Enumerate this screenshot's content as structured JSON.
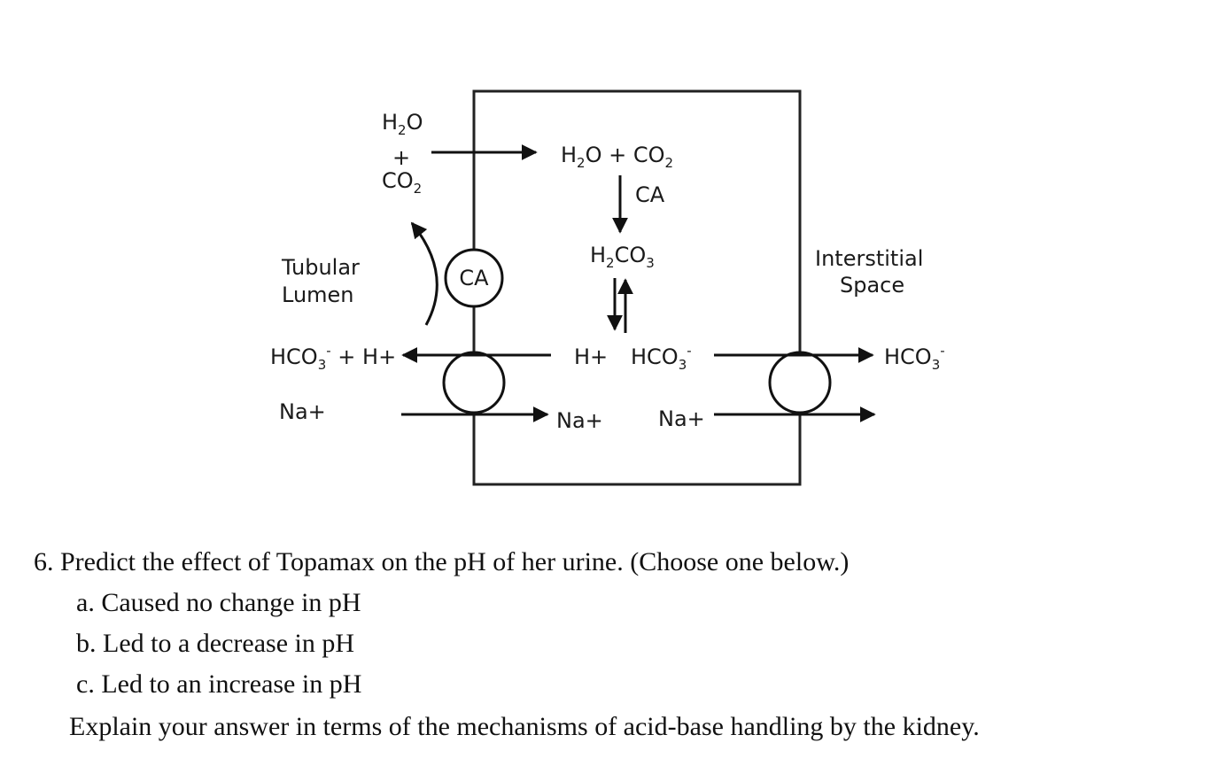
{
  "diagram": {
    "h2o_formula": "H",
    "h2o_sub": "2",
    "h2o_tail": "O",
    "plus": "+",
    "co2_head": "CO",
    "co2_sub": "2",
    "cell_h2o_co2_a": "H",
    "cell_h2o_co2_sub1": "2",
    "cell_h2o_co2_b": "O + CO",
    "cell_h2o_co2_sub2": "2",
    "ca_enzyme": "CA",
    "h2co3_a": "H",
    "h2co3_sub1": "2",
    "h2co3_b": "CO",
    "h2co3_sub2": "3",
    "ca_apical": "CA",
    "tubular_lumen_line1": "Tubular",
    "tubular_lumen_line2": "Lumen",
    "interstitial_line1": "Interstitial",
    "interstitial_line2": "Space",
    "lumen_hco3": "HCO",
    "lumen_hco3_sub": "3",
    "lumen_hco3_sup": "-",
    "lumen_plus_h": " + H+",
    "cell_h": "H+",
    "cell_hco3": "HCO",
    "cell_hco3_sub": "3",
    "cell_hco3_sup": "-",
    "inter_hco3": "HCO",
    "inter_hco3_sub": "3",
    "inter_hco3_sup": "-",
    "lumen_na": "Na+",
    "cell_na_left": "Na+",
    "cell_na_right": "Na+"
  },
  "question": {
    "prompt": "6. Predict the effect of Topamax on the pH of her urine. (Choose one below.)",
    "options": [
      "a. Caused no change in pH",
      "b. Led to a decrease in pH",
      "c. Led to an increase in pH"
    ],
    "instruction": "Explain your answer in terms of the mechanisms of acid-base handling by the kidney."
  }
}
